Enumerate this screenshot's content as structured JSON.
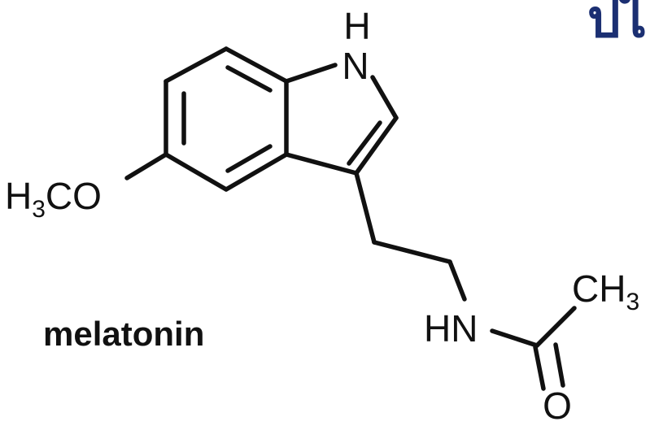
{
  "molecule": {
    "name_label": "melatonin",
    "atoms": {
      "indole_h": "H",
      "indole_n": "N",
      "methoxy_h": "H",
      "methoxy_subscript": "3",
      "methoxy_co": "CO",
      "amide_hn": "HN",
      "methyl_ch": "CH",
      "methyl_subscript": "3",
      "carbonyl_o": "O"
    }
  },
  "corner_text": "ปไ"
}
